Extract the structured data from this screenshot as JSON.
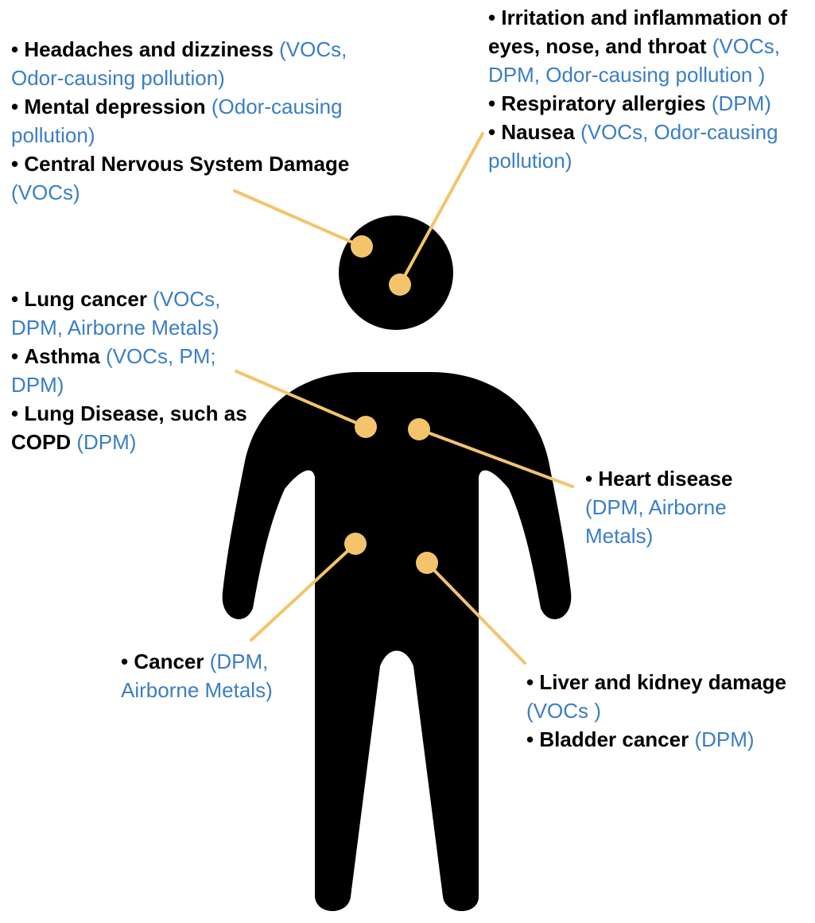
{
  "colors": {
    "figure": "#000000",
    "marker": "#f3c46b",
    "source_text": "#3a7ec6",
    "disease_text": "#000000",
    "background": "#ffffff"
  },
  "bullet": "•",
  "groups": {
    "head_left": [
      {
        "disease": "Headaches and dizziness",
        "source": "(VOCs, Odor-causing pollution)"
      },
      {
        "disease": "Mental depression",
        "source": "(Odor-causing pollution)"
      },
      {
        "disease": "Central Nervous System Damage",
        "source": "(VOCs)"
      }
    ],
    "head_right": [
      {
        "disease": "Irritation and inflammation of eyes, nose, and throat",
        "source": "(VOCs, DPM, Odor-causing pollution )"
      },
      {
        "disease": "Respiratory allergies",
        "source": "(DPM)"
      },
      {
        "disease": "Nausea",
        "source": "(VOCs, Odor-causing pollution)"
      }
    ],
    "chest_left": [
      {
        "disease": "Lung cancer",
        "source": "(VOCs, DPM, Airborne Metals)"
      },
      {
        "disease": "Asthma",
        "source": "(VOCs, PM; DPM)"
      },
      {
        "disease": "Lung Disease, such as COPD",
        "source": "(DPM)"
      }
    ],
    "heart": [
      {
        "disease": "Heart disease",
        "source": "(DPM, Airborne Metals)"
      }
    ],
    "cancer": [
      {
        "disease": "Cancer",
        "source": "(DPM, Airborne Metals)"
      }
    ],
    "liver": [
      {
        "disease": "Liver and kidney damage",
        "source": "(VOCs )"
      },
      {
        "disease": "Bladder cancer",
        "source": "(DPM)"
      }
    ]
  }
}
